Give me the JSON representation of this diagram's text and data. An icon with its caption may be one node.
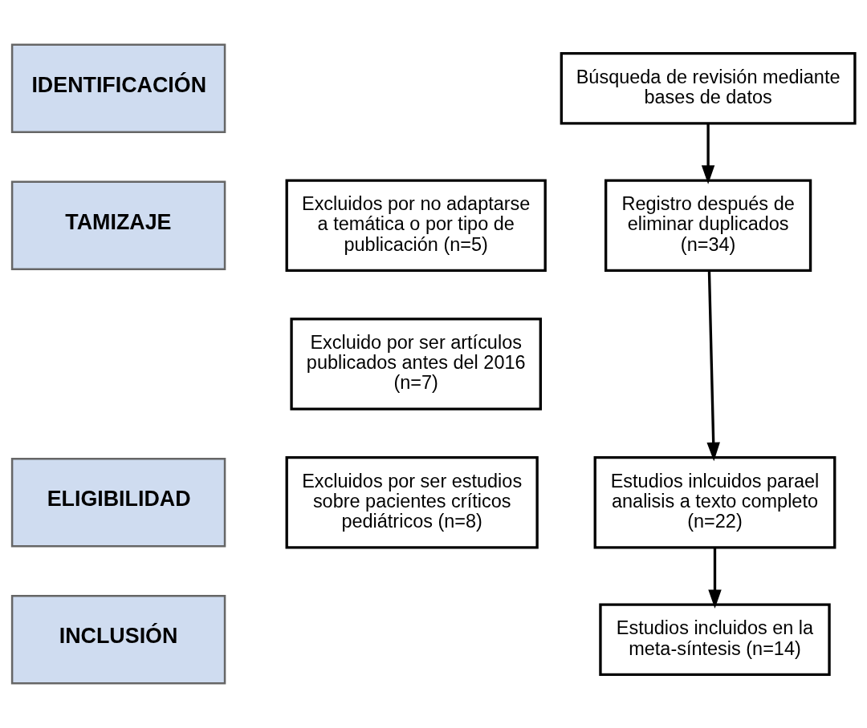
{
  "diagram": {
    "nodes": [
      {
        "text": [
          "IDENTIFICACIÓN"
        ]
      },
      {
        "text": [
          "Búsqueda de revisión mediante bases de datos"
        ]
      },
      {
        "text": [
          "TAMIZAJE"
        ]
      },
      {
        "text": [
          "Registro después de eliminar duplicados (n=34)"
        ]
      },
      {
        "text": [
          "Excluidos por no adaptarse a temática o por tipo de publicación (n=5)"
        ]
      },
      {
        "text": [
          "Excluido por ser artículos publicados antes del 2016 (n=7)"
        ]
      },
      {
        "text": [
          "ELIGIBILIDAD"
        ]
      },
      {
        "text": [
          "Estudios inlcuidos parael analisis a texto completo (n=22)"
        ]
      },
      {
        "text": [
          "Excluidos por ser estudios sobre pacientes críticos pediátricos (n=8)"
        ]
      },
      {
        "text": [
          "INCLUSIÓN"
        ]
      },
      {
        "text": [
          "Estudios incluidos en la meta-síntesis (n=14)"
        ]
      }
    ],
    "edges": [
      {
        "from": 1,
        "to": 3,
        "arrow": "to"
      },
      {
        "from": 3,
        "to": 7,
        "arrow": "to"
      },
      {
        "from": 7,
        "to": 10,
        "arrow": "to"
      }
    ]
  }
}
